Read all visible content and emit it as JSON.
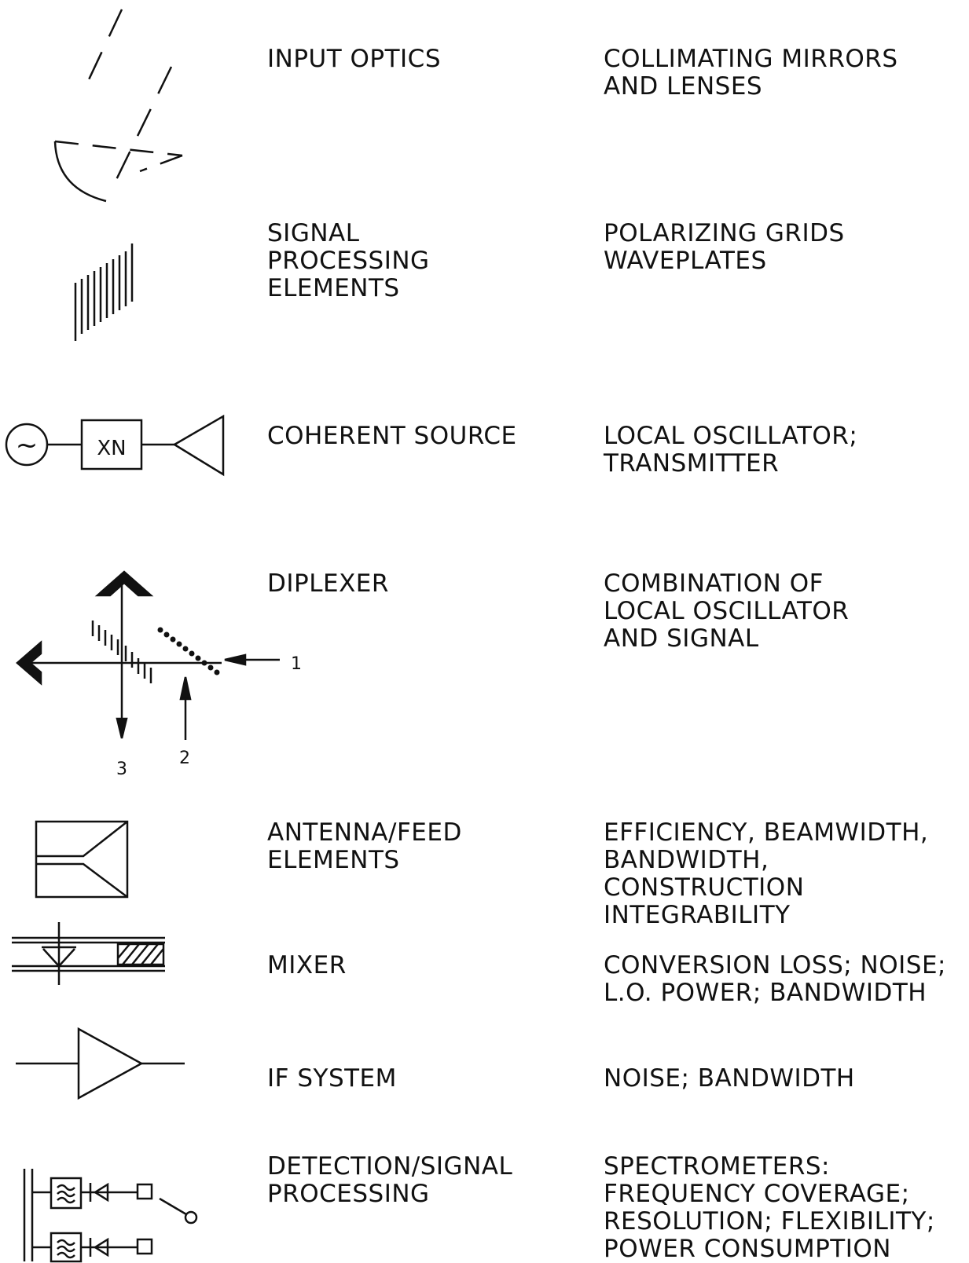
{
  "rows": [
    {
      "component": "INPUT  OPTICS",
      "description": "COLLIMATING  MIRRORS\nAND  LENSES",
      "icon": "input-optics-mirror-icon"
    },
    {
      "component": "SIGNAL\nPROCESSING\nELEMENTS",
      "description": "POLARIZING  GRIDS\nWAVEPLATES",
      "icon": "polarizing-grid-icon"
    },
    {
      "component": "COHERENT  SOURCE",
      "description": "LOCAL  OSCILLATOR;\nTRANSMITTER",
      "icon": "coherent-source-icon"
    },
    {
      "component": "DIPLEXER",
      "description": "COMBINATION  OF\nLOCAL  OSCILLATOR\nAND  SIGNAL",
      "icon": "diplexer-icon"
    },
    {
      "component": "ANTENNA/FEED\nELEMENTS",
      "description": "EFFICIENCY,  BEAMWIDTH,\nBANDWIDTH,  CONSTRUCTION\nINTEGRABILITY",
      "icon": "antenna-feed-icon"
    },
    {
      "component": "MIXER",
      "description": "CONVERSION  LOSS;  NOISE;\nL.O.  POWER;  BANDWIDTH",
      "icon": "mixer-diode-icon"
    },
    {
      "component": "IF  SYSTEM",
      "description": "NOISE;  BANDWIDTH",
      "icon": "amplifier-icon"
    },
    {
      "component": "DETECTION/SIGNAL\nPROCESSING",
      "description": "SPECTROMETERS:\nFREQUENCY  COVERAGE;\nRESOLUTION;  FLEXIBILITY;\nPOWER  CONSUMPTION",
      "icon": "filter-bank-icon"
    }
  ],
  "symbols": {
    "multiplier_box": "XN",
    "oscillator_glyph": "~",
    "port_1": "1",
    "port_2": "2",
    "port_3": "3"
  }
}
